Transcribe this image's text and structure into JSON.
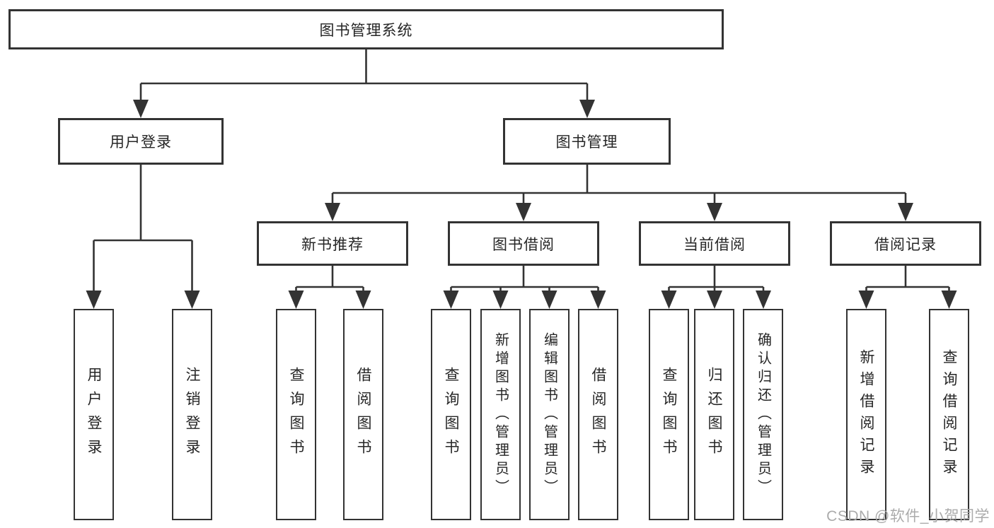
{
  "nodes": {
    "root": "图书管理系统",
    "userLogin": "用户登录",
    "bookMgmt": "图书管理",
    "newBookRec": "新书推荐",
    "bookBorrow": "图书借阅",
    "currentBorrow": "当前借阅",
    "borrowRecord": "借阅记录",
    "leafUserLogin": "用户登录",
    "leafLogout": "注销登录",
    "leafNbQuery": "查询图书",
    "leafNbBorrow": "借阅图书",
    "leafBbQuery": "查询图书",
    "leafBbAdd": "新增图书（管理员）",
    "leafBbEdit": "编辑图书（管理员）",
    "leafBbBorrow": "借阅图书",
    "leafCbQuery": "查询图书",
    "leafCbReturn": "归还图书",
    "leafCbConfirm": "确认归还（管理员）",
    "leafBrAdd": "新增借阅记录",
    "leafBrQuery": "查询借阅记录"
  },
  "watermark": "CSDN @软件_小贺同学",
  "colors": {
    "line": "#333333",
    "text": "#262626",
    "background": "#ffffff",
    "watermark": "#ababab"
  }
}
